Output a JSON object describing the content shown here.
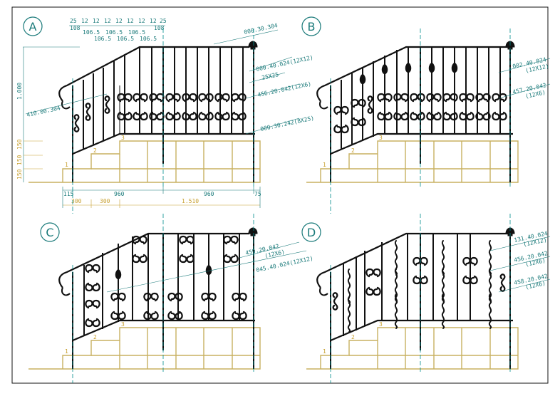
{
  "panels": {
    "A": {
      "label": "A",
      "top_dims": [
        "25",
        "12",
        "12",
        "12",
        "12",
        "12",
        "12",
        "12",
        "25"
      ],
      "second_dims": [
        "108",
        "106.5",
        "106.5",
        "106.5",
        "108"
      ],
      "third_dims": [
        "106.5",
        "106.5",
        "106.5"
      ],
      "notes": [
        "000.30.304",
        "000.40.024(12X12)",
        "25X25",
        "456.20.042(12X6)",
        "000.30.242(8X25)",
        "410.00.304"
      ],
      "height_dim": "1.000",
      "step_dims": [
        "150",
        "150",
        "150"
      ],
      "bottom_dims_row1": [
        "115",
        "960",
        "960",
        "75"
      ],
      "bottom_dims_row2": [
        "300",
        "300",
        "1.510"
      ],
      "step_numbers": [
        "1",
        "2",
        "3"
      ]
    },
    "B": {
      "label": "B",
      "notes": [
        "002.40.024",
        "(12X12)",
        "457.20.042",
        "(12X6)"
      ],
      "step_numbers": [
        "1",
        "2",
        "3"
      ]
    },
    "C": {
      "label": "C",
      "notes": [
        "459.20.042",
        "(12X6)",
        "045.40.024(12X12)"
      ],
      "step_numbers": [
        "1",
        "2",
        "3"
      ]
    },
    "D": {
      "label": "D",
      "notes": [
        "131.40.024",
        "(12X12)",
        "456.20.042",
        "(12X6)",
        "458.20.042",
        "(12X6)"
      ],
      "step_numbers": [
        "1",
        "2",
        "3"
      ]
    }
  },
  "colors": {
    "line": "#111111",
    "dimension": "#1a7a7a",
    "stone": "#c8b060",
    "center": "#008c8c"
  }
}
